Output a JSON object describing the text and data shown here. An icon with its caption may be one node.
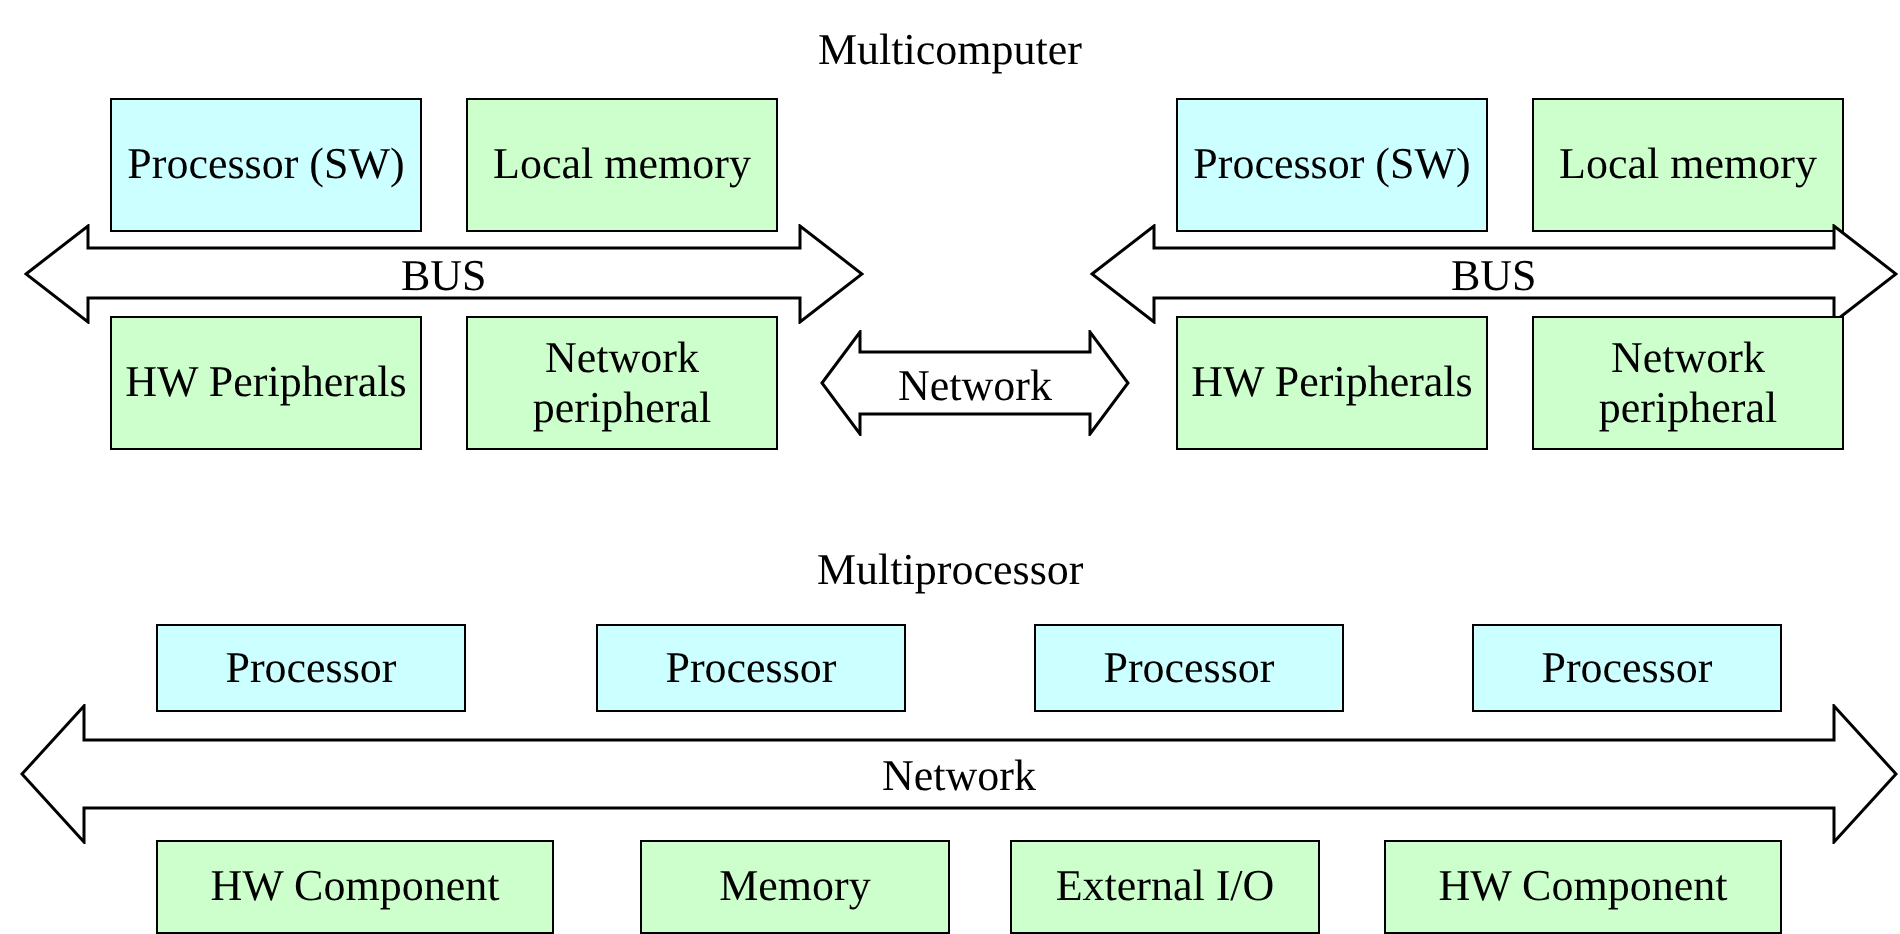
{
  "diagram": {
    "nodes": [
      {
        "text": [
          "Processor (SW)"
        ]
      },
      {
        "text": [
          "Local memory"
        ]
      },
      {
        "text": [
          "Processor (SW)"
        ]
      },
      {
        "text": [
          "Local memory"
        ]
      },
      {
        "text": [
          "BUS"
        ]
      },
      {
        "text": [
          "BUS"
        ]
      },
      {
        "text": [
          "HW Peripherals"
        ]
      },
      {
        "text": [
          "Network peripheral"
        ]
      },
      {
        "text": [
          "Network"
        ]
      },
      {
        "text": [
          "HW Peripherals"
        ]
      },
      {
        "text": [
          "Network peripheral"
        ]
      },
      {
        "text": [
          "Processor"
        ]
      },
      {
        "text": [
          "Processor"
        ]
      },
      {
        "text": [
          "Processor"
        ]
      },
      {
        "text": [
          "Processor"
        ]
      },
      {
        "text": [
          "Network"
        ]
      },
      {
        "text": [
          "HW Component"
        ]
      },
      {
        "text": [
          "Memory"
        ]
      },
      {
        "text": [
          "External I/O"
        ]
      },
      {
        "text": [
          "HW Component"
        ]
      }
    ],
    "labels": [
      "Multicomputer",
      "Multiprocessor"
    ]
  }
}
